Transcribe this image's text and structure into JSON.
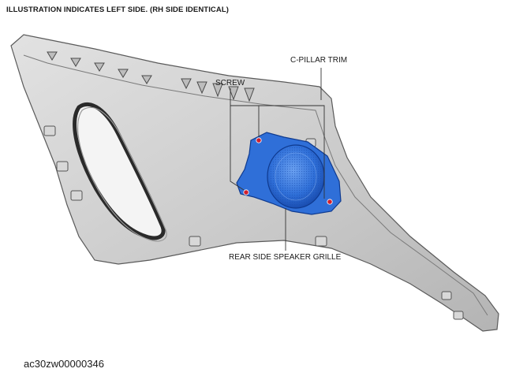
{
  "header": {
    "caption": "ILLUSTRATION INDICATES LEFT SIDE. (RH SIDE IDENTICAL)"
  },
  "callouts": {
    "c_pillar_trim": "C-PILLAR TRIM",
    "screw": "SCREW",
    "grille": "REAR SIDE SPEAKER GRILLE"
  },
  "footer": {
    "figure_id": "ac30zw00000346"
  },
  "colors": {
    "trim_fill": "#cfcfcf",
    "trim_shade": "#a9a9a9",
    "trim_outline": "#5a5a5a",
    "grille_fill": "#2f6fd8",
    "grille_dark": "#1546a8",
    "screw_color": "#d0202e"
  }
}
